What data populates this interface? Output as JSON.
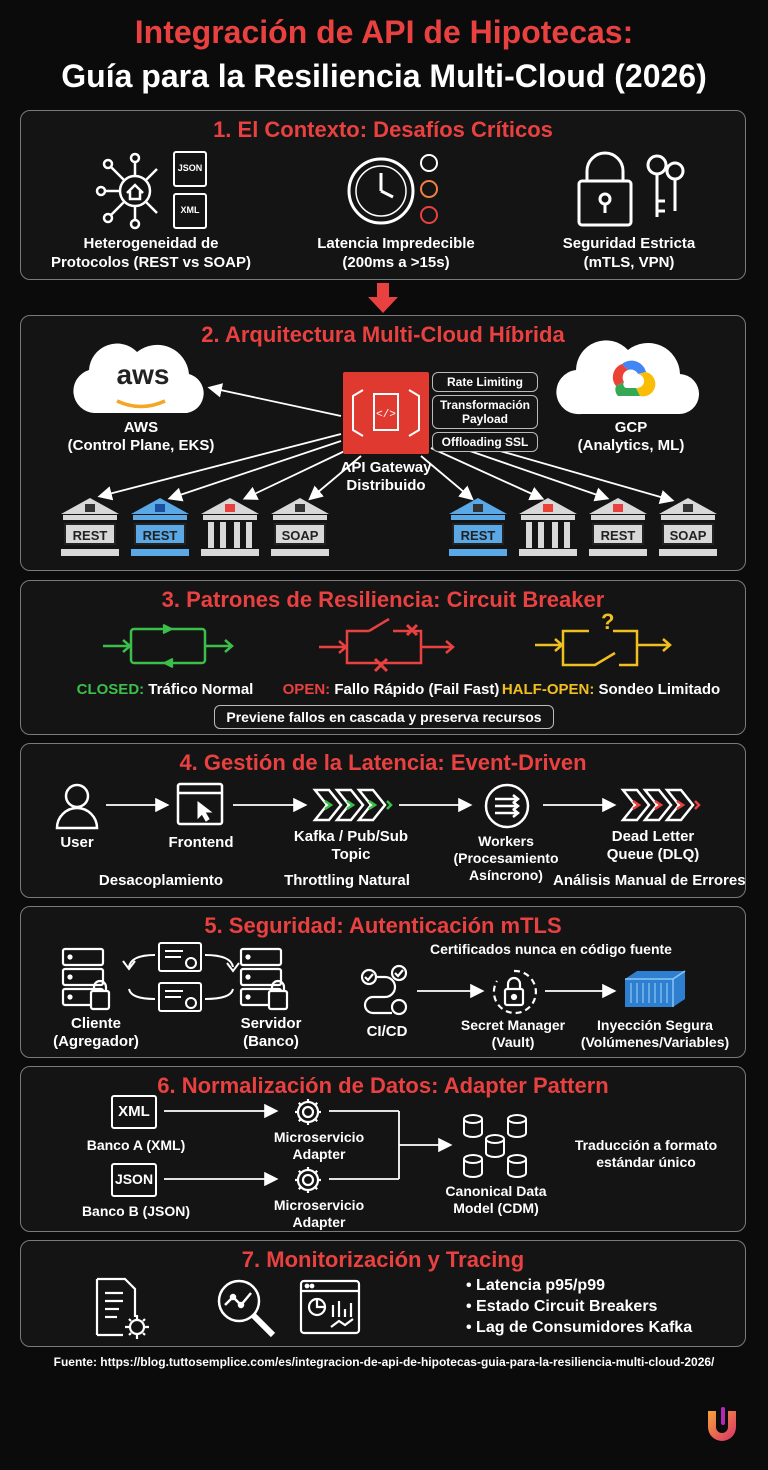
{
  "header": {
    "title_line1": "Integración de API de Hipotecas:",
    "title_line2": "Guía para la Resiliencia Multi-Cloud (2026)"
  },
  "colors": {
    "accent": "#e94040",
    "green": "#3cbf4a",
    "yellow": "#f0c020",
    "blue": "#5aa8e6"
  },
  "s1": {
    "title": "1. El Contexto: Desafíos Críticos",
    "items": [
      {
        "line1": "Heterogeneidad de",
        "line2": "Protocolos (REST vs SOAP)",
        "icon": "network-hub-icon"
      },
      {
        "line1": "Latencia Impredecible",
        "line2": "(200ms a >15s)",
        "icon": "clock-icon"
      },
      {
        "line1": "Seguridad Estricta",
        "line2": "(mTLS, VPN)",
        "icon": "padlock-icon"
      }
    ],
    "file_labels": [
      "JSON",
      "XML"
    ]
  },
  "s2": {
    "title": "2. Arquitectura Multi-Cloud Híbrida",
    "aws_logo": "aws",
    "aws_line1": "AWS",
    "aws_line2": "(Control Plane, EKS)",
    "gcp_line1": "GCP",
    "gcp_line2": "(Analytics, ML)",
    "gateway_line1": "API Gateway",
    "gateway_line2": "Distribuido",
    "features": [
      "Rate Limiting",
      "Transformación Payload",
      "Offloading SSL"
    ],
    "banks": [
      "REST",
      "REST",
      "",
      "SOAP",
      "REST",
      "",
      "REST",
      "SOAP"
    ]
  },
  "s3": {
    "title": "3. Patrones de Resiliencia: Circuit Breaker",
    "states": [
      {
        "state": "CLOSED:",
        "desc": " Tráfico Normal"
      },
      {
        "state": "OPEN:",
        "desc": " Fallo Rápido (Fail Fast)"
      },
      {
        "state": "HALF-OPEN:",
        "desc": " Sondeo Limitado"
      }
    ],
    "note": "Previene fallos en cascada y preserva recursos"
  },
  "s4": {
    "title": "4. Gestión de la Latencia: Event-Driven",
    "user": "User",
    "frontend": "Frontend",
    "kafka_line1": "Kafka / Pub/Sub",
    "kafka_line2": "Topic",
    "workers_line1": "Workers",
    "workers_line2": "(Procesamiento",
    "workers_line3": "Asíncrono)",
    "dlq_line1": "Dead Letter",
    "dlq_line2": "Queue (DLQ)",
    "note1": "Desacoplamiento",
    "note2": "Throttling Natural",
    "note3": "Análisis Manual de Errores"
  },
  "s5": {
    "title": "5. Seguridad: Autenticación mTLS",
    "client_line1": "Cliente",
    "client_line2": "(Agregador)",
    "server_line1": "Servidor",
    "server_line2": "(Banco)",
    "note": "Certificados nunca en código fuente",
    "cicd": "CI/CD",
    "secret_line1": "Secret Manager",
    "secret_line2": "(Vault)",
    "inject_line1": "Inyección Segura",
    "inject_line2": "(Volúmenes/Variables)"
  },
  "s6": {
    "title": "6. Normalización de Datos: Adapter Pattern",
    "xml_tag": "XML",
    "json_tag": "JSON",
    "bank_a": "Banco A (XML)",
    "bank_b": "Banco B (JSON)",
    "ms_line1": "Microservicio",
    "ms_line2": "Adapter",
    "cdm_line1": "Canonical Data",
    "cdm_line2": "Model (CDM)",
    "translate_line1": "Traducción a formato",
    "translate_line2": "estándar único"
  },
  "s7": {
    "title": "7. Monitorización y Tracing",
    "bullets": [
      "• Latencia p95/p99",
      "• Estado Circuit Breakers",
      "• Lag de Consumidores Kafka"
    ]
  },
  "footer": {
    "source": "Fuente: https://blog.tuttosemplice.com/es/integracion-de-api-de-hipotecas-guia-para-la-resiliencia-multi-cloud-2026/"
  }
}
